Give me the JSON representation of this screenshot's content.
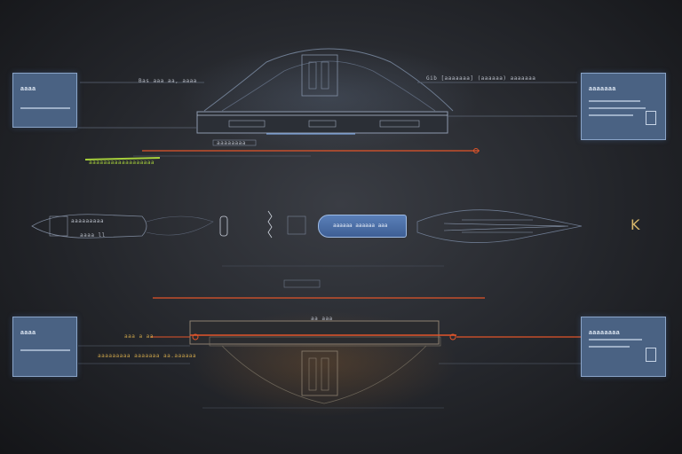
{
  "labels": {
    "top_left_caption": "Bas aaa aa, aaaa",
    "top_right_caption": "Gib [aaaaaaa] (aaaaaa) aaaaaaa",
    "top_tag": "aaaaaaaa",
    "mid_green_caption": "aaaaaaaaaaaaaaaaaa",
    "mid_left_caption": "aaaaaaaaa",
    "mid_left_sub": "aaaa ll",
    "capsule_text": "aaaaaa aaaaaa aaa",
    "bottom_left_caption": "aaaaaaaaa aaaaaaa aa.aaaaaa",
    "bottom_left_tag": "aaa a aa",
    "bottom_center_tag": "aa aaa"
  },
  "panels": {
    "top_left": {
      "title": "aaaa"
    },
    "top_right": {
      "title": "aaaaaaa"
    },
    "bottom_left": {
      "title": "aaaa"
    },
    "bottom_right": {
      "title": "aaaaaaaa"
    }
  },
  "corner_letter": "K",
  "colors": {
    "panel_fill": "#4a6283",
    "accent_orange": "#e2552a",
    "accent_green": "#a6cf3b",
    "line_blue": "#6f8fb8"
  }
}
